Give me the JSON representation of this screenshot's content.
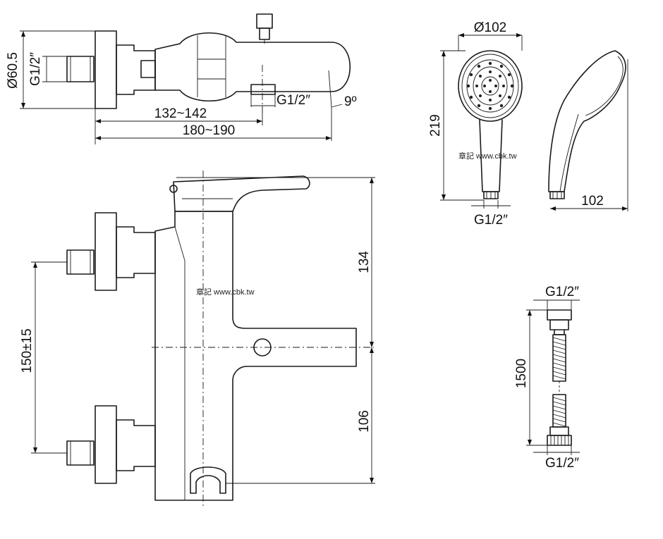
{
  "top_view": {
    "dia_label": "Ø60.5",
    "thread_left": "G1/2″",
    "thread_spout": "G1/2″",
    "angle_label": "9º",
    "dim_inner": "132~142",
    "dim_outer": "180~190"
  },
  "front_view": {
    "spacing_label": "150±15",
    "height_upper": "134",
    "height_lower": "106",
    "watermark": "章記 www.cbk.tw"
  },
  "handshower": {
    "diameter_label": "Ø102",
    "height_label": "219",
    "thread_label": "G1/2″",
    "width_label": "102",
    "watermark": "章記 www.cbk.tw"
  },
  "hose": {
    "thread_top": "G1/2″",
    "length_label": "1500",
    "thread_bottom": "G1/2″"
  }
}
